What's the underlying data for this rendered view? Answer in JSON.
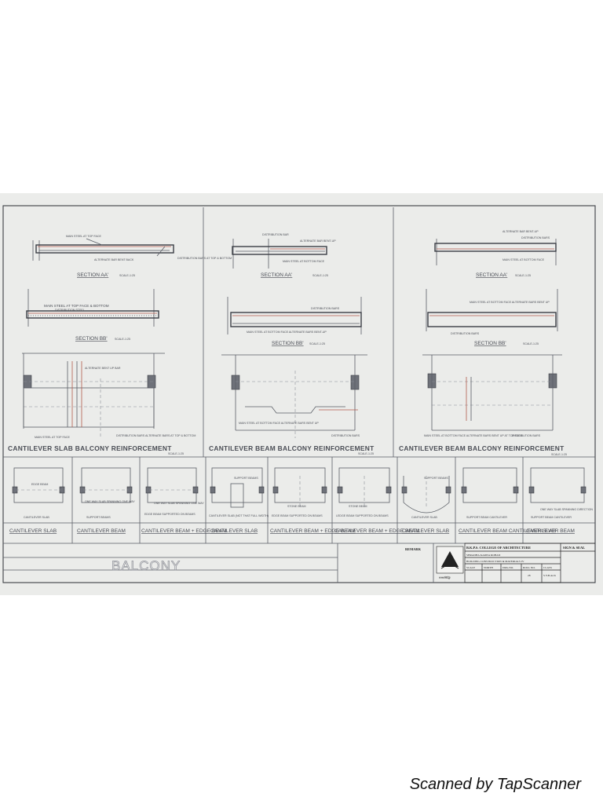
{
  "panels": [
    {
      "section_aa": {
        "title": "SECTION AA'",
        "scale": "SCALE-1:25",
        "notes": [
          "MAIN STEEL AT TOP FACE",
          "ALTERNATE BAR BENT BACK",
          "DISTRIBUTION BARS AT TOP & BOTTOM"
        ]
      },
      "section_bb": {
        "title": "SECTION BB'",
        "scale": "SCALE-1:25",
        "notes": [
          "MAIN STEEL AT TOP FACE & BOTTOM",
          "DISTRIBUTION STEEL"
        ]
      },
      "plan_notes": [
        "ALTERNATE BENT UP BAR",
        "MAIN STEEL AT TOP FACE",
        "DISTRIBUTION BARS ALTERNATE BARS AT TOP & BOTTOM"
      ],
      "heading": "CANTILEVER SLAB BALCONY REINFORCEMENT",
      "heading_scale": "SCALE-1:25"
    },
    {
      "section_aa": {
        "title": "SECTION AA'",
        "scale": "SCALE-1:25",
        "notes": [
          "DISTRIBUTION BAR",
          "ALTERNATE BAR BENT-UP",
          "MAIN STEEL AT BOTTOM FACE"
        ]
      },
      "section_bb": {
        "title": "SECTION BB'",
        "scale": "SCALE-1:25",
        "notes": [
          "DISTRIBUTION BARS",
          "MAIN STEEL AT BOTTOM FACE ALTERNATE BARS BENT-UP"
        ]
      },
      "plan_notes": [
        "MAIN STEEL AT BOTTOM FACE ALTERNATE BARS BENT UP",
        "DISTRIBUTION BARS"
      ],
      "heading": "CANTILEVER BEAM BALCONY REINFORCEMENT",
      "heading_scale": "SCALE-1:25"
    },
    {
      "section_aa": {
        "title": "SECTION AA'",
        "scale": "SCALE-1:25",
        "notes": [
          "ALTERNATE BAR BENT-UP",
          "DISTRIBUTION BARS",
          "MAIN STEEL AT BOTTOM FACE"
        ]
      },
      "section_bb": {
        "title": "SECTION BB'",
        "scale": "SCALE-1:25",
        "notes": [
          "MAIN STEEL AT BOTTOM FACE ALTERNATE BARS BENT UP",
          "DISTRIBUTION BARS"
        ]
      },
      "plan_notes": [
        "MAIN STEEL AT BOTTOM FACE ALTERNATE BARS BENT UP AT TOP FACE",
        "DISTRIBUTION BARS"
      ],
      "heading": "CANTILEVER BEAM BALCONY REINFORCEMENT",
      "heading_scale": "SCALE-1:25"
    }
  ],
  "types": [
    {
      "label": "CANTILEVER SLAB",
      "sub": "CANTILEVER SLAB",
      "note": "EDGE BEAM"
    },
    {
      "label": "CANTILEVER BEAM",
      "sub": "SUPPORT BEAMS",
      "note": "ONE WAY SLAB SPANNING ONE WAY"
    },
    {
      "label": "CANTILEVER BEAM + EDGE BEAM",
      "sub": "EDGE BEAM SUPPORTED ON BEAMS",
      "note": "ONE WAY SLAB SPANNING ONE WAY"
    },
    {
      "label": "CANTILEVER SLAB",
      "sub": "CANTILEVER SLAB (NOT THAT FULL WIDTH)",
      "note": "SUPPORT BEAMS"
    },
    {
      "label": "CANTILEVER BEAM + EDGE BEAM",
      "sub": "EDGE BEAM SUPPORTED ON BEAMS",
      "note": "STONE BEAM"
    },
    {
      "label": "CANTILEVER BEAM + EDGE BEAM",
      "sub": "LEDGE BEAM SUPPORTED ON BEAMS",
      "note": "STONE BEAM"
    },
    {
      "label": "CANTILEVER SLAB",
      "sub": "CANTILEVER SLAB",
      "note": "SUPPORT BEAMS"
    },
    {
      "label": "CANTILEVER BEAM CANTILEVER SLAB",
      "sub": "SUPPORT BEAM CANTILEVER",
      "note": ""
    },
    {
      "label": "CANTILEVER BEAM",
      "sub": "SUPPORT BEAM CANTILEVER",
      "note": "ONE WAY SLAB SPANNING DIRECTION"
    }
  ],
  "sheet_title": "BALCONY",
  "title_block": {
    "remark_label": "REMARK",
    "college": "B.K.P.S. COLLEGE OF ARCHITECTURE",
    "sign": "SIGN & SEAL",
    "name": "SHRADHA KARWA ROHAN",
    "subject": "BUILDING CONSTRUCTION & MATERIALS IV",
    "headers": [
      "SCALE",
      "NORTH",
      "DRG.NO.",
      "ROLL NO.",
      "CLASS"
    ],
    "values": [
      "",
      "",
      "",
      "28",
      "S.Y.B.Arch"
    ],
    "logo_caption": "मनसःसिद्धिः"
  },
  "watermark": "Scanned by TapScanner",
  "colors": {
    "paper": "#ebecea",
    "ink": "#4a4d55",
    "rebar": "#b35a4c"
  }
}
